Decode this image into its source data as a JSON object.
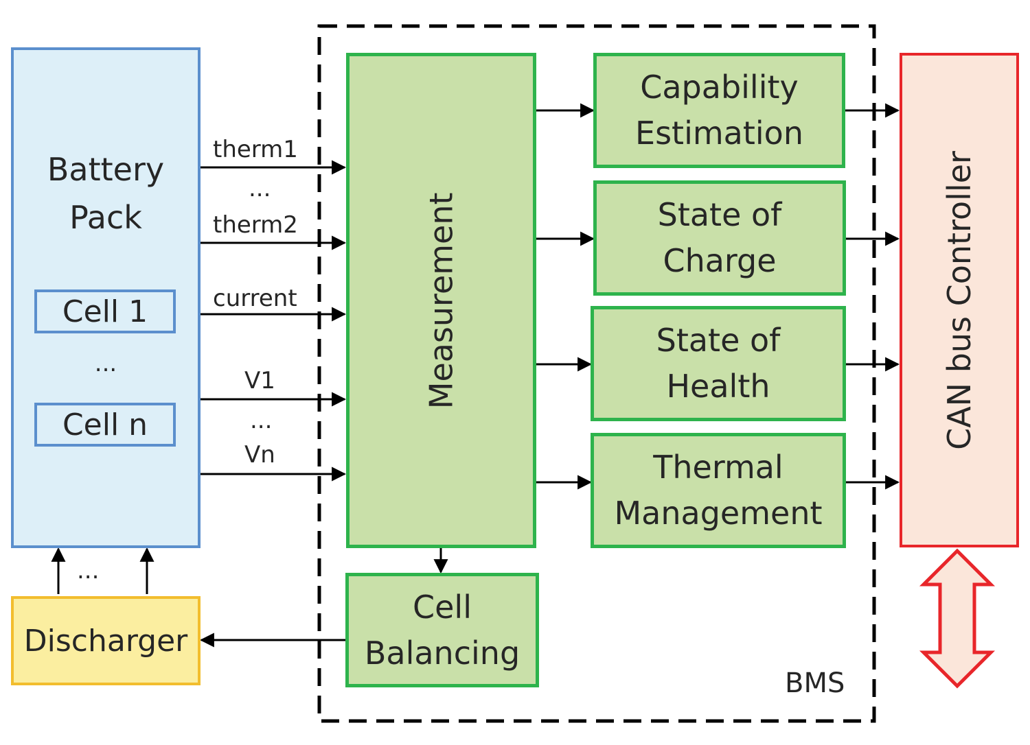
{
  "battery": {
    "title_line1": "Battery",
    "title_line2": "Pack",
    "cell1": "Cell 1",
    "ellipsis": "...",
    "celln": "Cell n"
  },
  "discharger": {
    "label": "Discharger",
    "ellipsis": "..."
  },
  "signals": {
    "therm1": "therm1",
    "therm_ellipsis": "...",
    "therm2": "therm2",
    "current": "current",
    "v1": "V1",
    "v_ellipsis": "...",
    "vn": "Vn"
  },
  "bms": {
    "label": "BMS",
    "measurement": "Measurement",
    "cell_balancing": {
      "line1": "Cell",
      "line2": "Balancing"
    },
    "capability": {
      "line1": "Capability",
      "line2": "Estimation"
    },
    "soc": {
      "line1": "State of",
      "line2": "Charge"
    },
    "soh": {
      "line1": "State of",
      "line2": "Health"
    },
    "thermal": {
      "line1": "Thermal",
      "line2": "Management"
    }
  },
  "can": {
    "label": "CAN bus Controller"
  },
  "colors": {
    "battery_fill": "#ddeff8",
    "battery_border": "#5b8fcd",
    "bms_fill": "#c9e0a9",
    "bms_border": "#2eb34c",
    "discharger_fill": "#fbeea0",
    "discharger_border": "#f2bd2e",
    "can_fill": "#fbe6da",
    "can_border": "#e8262a"
  }
}
